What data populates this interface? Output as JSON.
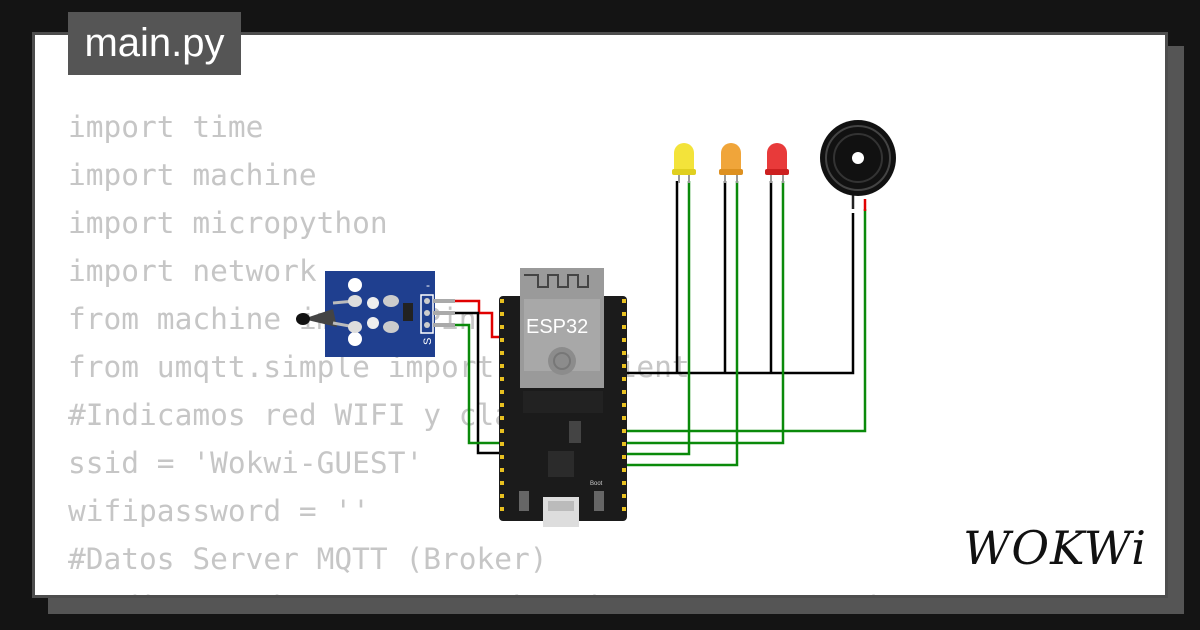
{
  "app": {
    "brand": "WOKWi"
  },
  "file_tab": {
    "name": "main.py"
  },
  "code": {
    "lines": [
      "import time",
      "import machine",
      "import micropython",
      "import network",
      "from machine import Pin",
      "from umqtt.simple import MQTTClient",
      "#Indicamos red WIFI y clave",
      "ssid = 'Wokwi-GUEST'",
      "wifipassword = ''",
      "#Datos Server MQTT (Broker)",
      "#Indicamos datos MQTT Broker (server y puerto)"
    ]
  },
  "circuit": {
    "board_label": "ESP32",
    "sensor_pin_label": "S",
    "sensor_minus_label": "-",
    "boot_label": "Boot",
    "leds": [
      {
        "color_name": "yellow",
        "color": "#f3e33a"
      },
      {
        "color_name": "orange",
        "color": "#f0a53a"
      },
      {
        "color_name": "red",
        "color": "#e83a3a"
      }
    ],
    "colors": {
      "board": "#1b1b1b",
      "module": "#9a9a9a",
      "sensor_board": "#1f3f8f",
      "wire_green": "#0a8a0a",
      "wire_black": "#000000",
      "wire_red": "#e00000"
    }
  }
}
